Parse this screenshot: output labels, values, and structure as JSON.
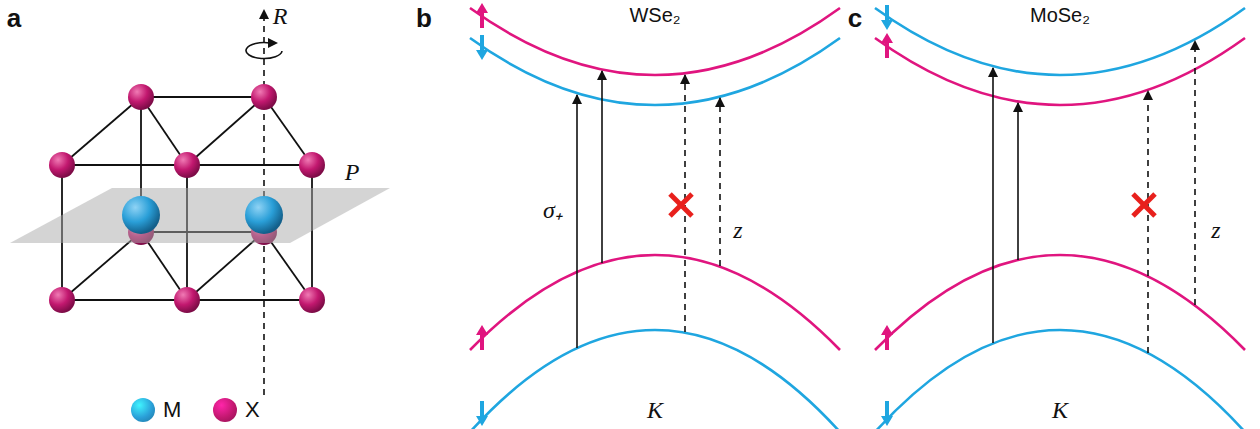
{
  "diagram": {
    "labels": [
      "a",
      "R",
      "P",
      "b",
      "WSe₂",
      "σ₊",
      "z",
      "K",
      "c",
      "MoSe₂",
      "z",
      "K"
    ],
    "legend": [
      {
        "text": "M",
        "color": "#2a9fd8"
      },
      {
        "text": "X",
        "color": "#c2186f"
      }
    ]
  }
}
